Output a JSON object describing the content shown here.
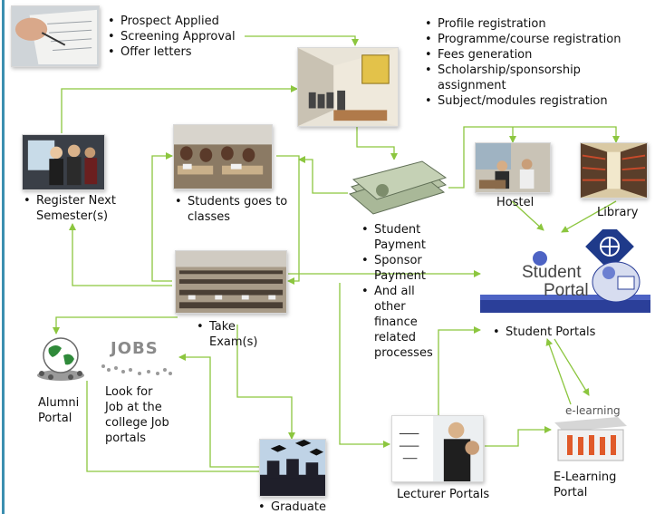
{
  "nodes": {
    "prospect": {
      "items": [
        "Prospect Applied",
        "Screening Approval",
        "Offer letters"
      ]
    },
    "registration": {
      "items": [
        "Profile registration",
        "Programme/course registration",
        "Fees generation",
        "Scholarship/sponsorship assignment",
        "Subject/modules registration"
      ]
    },
    "register_next": {
      "label": "Register Next Semester(s)"
    },
    "classes": {
      "label": "Students goes to classes"
    },
    "payment": {
      "items": [
        "Student Payment",
        "Sponsor Payment",
        "And all other finance related processes"
      ]
    },
    "hostel": {
      "label": "Hostel"
    },
    "library": {
      "label": "Library"
    },
    "student_portal": {
      "title_line1": "Student",
      "title_line2": "Portal",
      "label": "Student Portals"
    },
    "exam": {
      "label": "Take Exam(s)"
    },
    "alumni": {
      "label": "Alumni Portal",
      "logo_text": ""
    },
    "jobs": {
      "label": "Look for Job at the college Job portals",
      "logo_text": "JOBS"
    },
    "lecturer": {
      "label": "Lecturer Portals"
    },
    "elearning": {
      "label": "E-Learning Portal",
      "logo_text": "e-learning"
    },
    "graduate": {
      "label": "Graduate"
    }
  },
  "colors": {
    "arrow": "#8cc63f",
    "rule": "#3b8fb0",
    "portal_blue": "#2b3f99"
  }
}
